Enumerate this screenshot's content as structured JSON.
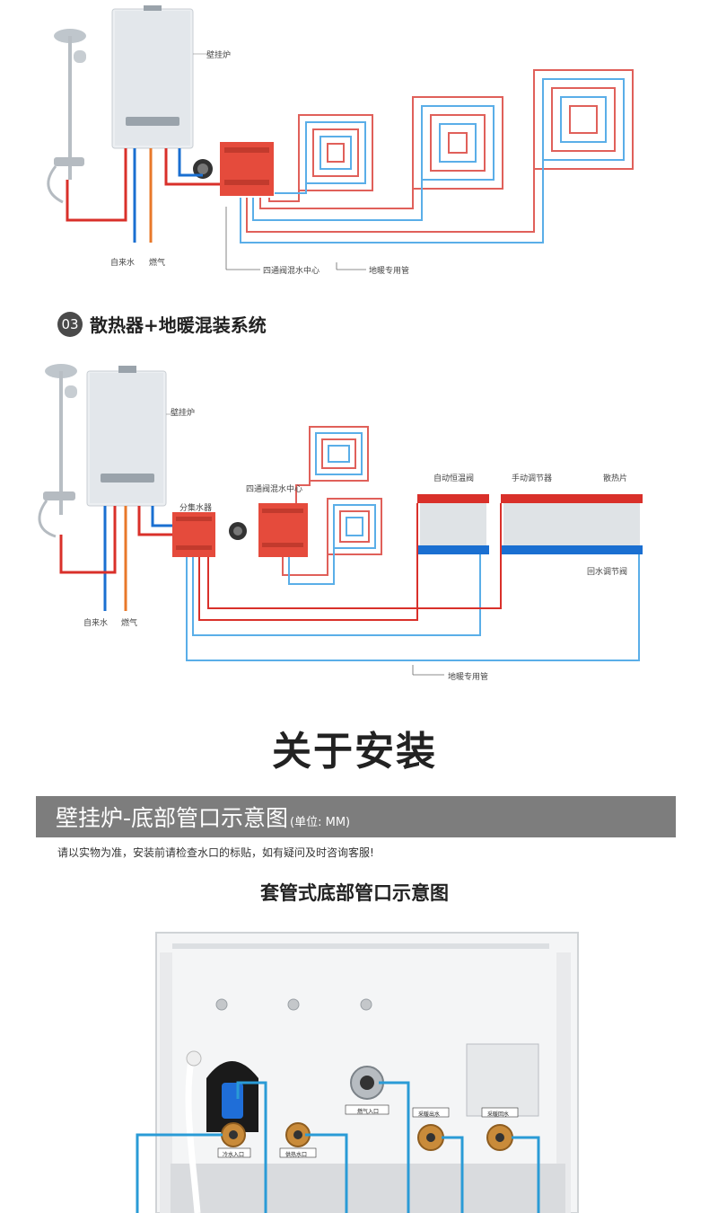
{
  "diagram1": {
    "boiler_label": "壁挂炉",
    "water_in_label": "自来水",
    "gas_label": "燃气",
    "mixing_center_label": "四通阀混水中心",
    "floor_pipe_label": "地暖专用管"
  },
  "section3": {
    "number": "03",
    "title": "散热器+地暖混装系统"
  },
  "diagram2": {
    "boiler_label": "壁挂炉",
    "manifold_label": "分集水器",
    "mixing_center_label": "四通阀混水中心",
    "thermostatic_valve_label": "自动恒温阀",
    "manual_valve_label": "手动调节器",
    "radiator_label": "散热片",
    "return_valve_label": "回水调节阀",
    "water_in_label": "自来水",
    "gas_label": "燃气",
    "floor_pipe_label": "地暖专用管"
  },
  "install": {
    "title": "关于安装",
    "banner_main": "壁挂炉-底部管口示意图",
    "banner_unit": "(单位: MM)",
    "notice": "请以实物为准，安装前请检查水口的标贴，如有疑问及时咨询客服!",
    "sub_title": "套管式底部管口示意图"
  },
  "bottom_photo": {
    "gas_inlet_label": "燃气入口",
    "cold_water_label": "冷水入口",
    "hot_water_label": "供热水口",
    "heating_out_label": "采暖出水",
    "heating_return_label": "采暖回水"
  },
  "colors": {
    "hot_pipe": "#d9302a",
    "cold_pipe": "#1a6fd1",
    "floor_red": "#e0605a",
    "floor_blue": "#5aaee8",
    "gas_pipe": "#e8782a",
    "banner": "#7d7d7d",
    "callout": "#2a9bd6"
  }
}
